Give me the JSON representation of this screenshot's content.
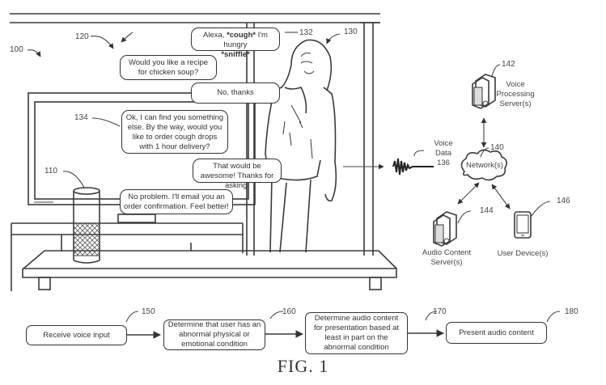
{
  "figure": {
    "caption": "FIG. 1",
    "reference_numerals": {
      "environment": "100",
      "device": "110",
      "conversation": "120",
      "user": "130",
      "user_utterance": "132",
      "device_response": "134",
      "voice_data": "136",
      "network": "140",
      "voice_processing_server": "142",
      "audio_content_server": "144",
      "user_device": "146"
    }
  },
  "conversation": {
    "bubbles": [
      {
        "speaker": "user",
        "parts": [
          "Alexa, ",
          "*cough*",
          " I'm hungry ",
          "*sniffle*"
        ]
      },
      {
        "speaker": "device",
        "text": "Would you like a recipe for chicken soup?"
      },
      {
        "speaker": "user",
        "text": "No, thanks"
      },
      {
        "speaker": "device",
        "text": "Ok, I can find you something else. By the way, would you like to order cough drops with 1 hour delivery?"
      },
      {
        "speaker": "user",
        "text": "That would be awesome! Thanks for asking!"
      },
      {
        "speaker": "device",
        "text": "No problem. I'll email you an order confirmation. Feel better!"
      }
    ]
  },
  "system": {
    "voice_data_label": [
      "Voice",
      "Data",
      "136"
    ],
    "network_label": "Network(s)",
    "voice_processing_server_label": [
      "Voice",
      "Processing",
      "Server(s)"
    ],
    "audio_content_server_label": [
      "Audio Content",
      "Server(s)"
    ],
    "user_device_label": "User Device(s)"
  },
  "flowchart": {
    "steps": [
      {
        "ref": "150",
        "text": "Receive voice input"
      },
      {
        "ref": "160",
        "text": "Determine that user has an abnormal physical or emotional condition"
      },
      {
        "ref": "170",
        "text": "Determine audio content for presentation based at least in part on the abnormal condition"
      },
      {
        "ref": "180",
        "text": "Present audio content"
      }
    ]
  }
}
